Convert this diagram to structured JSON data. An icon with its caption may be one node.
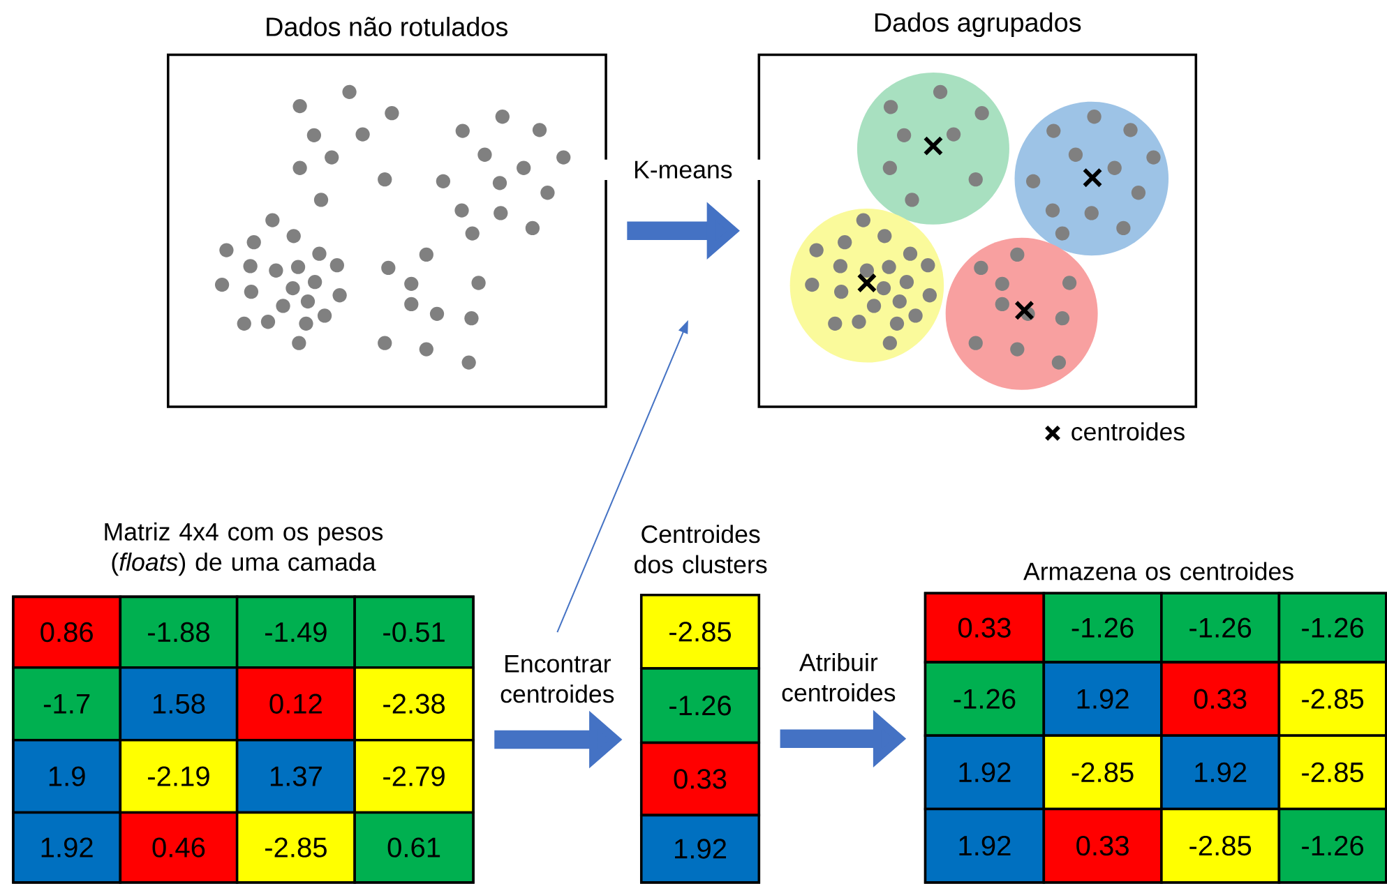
{
  "diagram": {
    "nodes": [
      {
        "text": [
          "Dados não rotulados"
        ]
      },
      {
        "text": [
          "Dados agrupados"
        ]
      },
      {
        "text": [
          "Matriz 4x4 com os pesos (*floats*) de uma camada"
        ]
      },
      {
        "text": [
          "0.86"
        ],
        "in": 2
      },
      {
        "text": [
          "-1.88"
        ],
        "in": 2
      },
      {
        "text": [
          "-1.49"
        ],
        "in": 2
      },
      {
        "text": [
          "-0.51"
        ],
        "in": 2
      },
      {
        "text": [
          "-1.7"
        ],
        "in": 2
      },
      {
        "text": [
          "1.58"
        ],
        "in": 2
      },
      {
        "text": [
          "0.12"
        ],
        "in": 2
      },
      {
        "text": [
          "-2.38"
        ],
        "in": 2
      },
      {
        "text": [
          "1.9"
        ],
        "in": 2
      },
      {
        "text": [
          "-2.19"
        ],
        "in": 2
      },
      {
        "text": [
          "1.37"
        ],
        "in": 2
      },
      {
        "text": [
          "-2.79"
        ],
        "in": 2
      },
      {
        "text": [
          "1.92"
        ],
        "in": 2
      },
      {
        "text": [
          "0.46"
        ],
        "in": 2
      },
      {
        "text": [
          "-2.85"
        ],
        "in": 2
      },
      {
        "text": [
          "0.61"
        ],
        "in": 2
      },
      {
        "text": [
          "Centroides dos clusters"
        ]
      },
      {
        "text": [
          "-2.85"
        ],
        "in": 19
      },
      {
        "text": [
          "-1.26"
        ],
        "in": 19
      },
      {
        "text": [
          "0.33"
        ],
        "in": 19
      },
      {
        "text": [
          "1.92"
        ],
        "in": 19
      },
      {
        "text": [
          "Armazena os centroides"
        ]
      },
      {
        "text": [
          "0.33"
        ],
        "in": 24
      },
      {
        "text": [
          "-1.26"
        ],
        "in": 24
      },
      {
        "text": [
          "-1.26"
        ],
        "in": 24
      },
      {
        "text": [
          "-1.26"
        ],
        "in": 24
      },
      {
        "text": [
          "-1.26"
        ],
        "in": 24
      },
      {
        "text": [
          "1.92"
        ],
        "in": 24
      },
      {
        "text": [
          "0.33"
        ],
        "in": 24
      },
      {
        "text": [
          "-2.85"
        ],
        "in": 24
      },
      {
        "text": [
          "1.92"
        ],
        "in": 24
      },
      {
        "text": [
          "-2.85"
        ],
        "in": 24
      },
      {
        "text": [
          "1.92"
        ],
        "in": 24
      },
      {
        "text": [
          "-2.85"
        ],
        "in": 24
      },
      {
        "text": [
          "1.92"
        ],
        "in": 24
      },
      {
        "text": [
          "0.33"
        ],
        "in": 24
      },
      {
        "text": [
          "-2.85"
        ],
        "in": 24
      },
      {
        "text": [
          "-1.26"
        ],
        "in": 24
      }
    ],
    "edges": [
      {
        "from": 0,
        "to": 1,
        "arrow": "to",
        "label": "K-means"
      },
      {
        "from": 2,
        "to": 19,
        "arrow": "to",
        "label": "Encontrar centroides"
      },
      {
        "from": 19,
        "to": 24,
        "arrow": "to",
        "label": "Atribuir centroides"
      }
    ],
    "legend": [
      {
        "text": "centroides"
      }
    ]
  }
}
